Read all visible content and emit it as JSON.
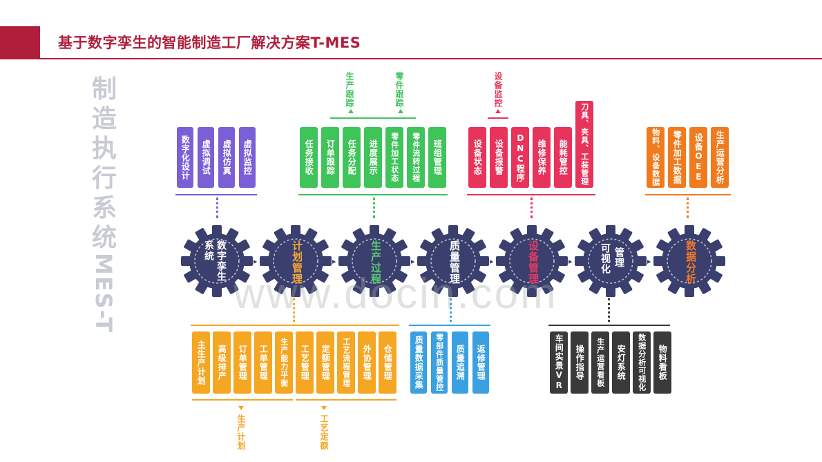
{
  "header": {
    "title": "基于数字孪生的智能制造工厂解决方案T-MES"
  },
  "side_title": [
    "制",
    "造",
    "执",
    "行",
    "系",
    "统",
    "MES-T"
  ],
  "gears": [
    {
      "label1": "数字孪生",
      "label2": "系统",
      "color": "#ffffff"
    },
    {
      "label1": "计划管理",
      "label2": "",
      "color": "#f2a83a"
    },
    {
      "label1": "生产过程",
      "label2": "",
      "color": "#57cf6e"
    },
    {
      "label1": "质量管理",
      "label2": "",
      "color": "#ffffff"
    },
    {
      "label1": "设备管理",
      "label2": "",
      "color": "#e83a62"
    },
    {
      "label1": "可视化",
      "label2": "管理",
      "color": "#ffffff"
    },
    {
      "label1": "数据分析",
      "label2": "",
      "color": "#f07a2a"
    }
  ],
  "top_groups": {
    "twin": [
      "数字化设计",
      "虚拟调试",
      "虚拟仿真",
      "虚拟监控"
    ],
    "production": [
      "任务接收",
      "订单跟踪",
      "任务分配",
      "进度展示",
      "零件加工状态",
      "零件流转过程",
      "班组管理"
    ],
    "production_tags": [
      "生产跟踪",
      "零件跟踪"
    ],
    "equipment": [
      "设备状态",
      "设备报警",
      "DNC程序",
      "维修保养",
      "能耗管控",
      "刀具、夹具、工装管理"
    ],
    "equipment_tag": "设备监控",
    "data": [
      "物料、设备数据",
      "零件加工数据",
      "设备OEE",
      "生产运营分析"
    ]
  },
  "bottom_groups": {
    "plan": [
      "主生产计划",
      "高级排产",
      "订单管理",
      "工单管理",
      "生产能力平衡",
      "工艺管理",
      "定额管理",
      "工艺流程管理",
      "外协管理",
      "仓储管理"
    ],
    "plan_tags": [
      "生产计划",
      "工艺定额"
    ],
    "quality": [
      "质量数据采集",
      "零部件质量管控",
      "质量追溯",
      "返修管理"
    ],
    "visual": [
      "车间实景VR",
      "操作指导",
      "生产运营看板",
      "安灯系统",
      "数据分析可视化",
      "物料看板"
    ]
  },
  "colors": {
    "brand": "#b01e3c",
    "purple": "#7b5fd6",
    "green": "#3fc45a",
    "red": "#e8335a",
    "orange": "#f07a1e",
    "amber": "#f5a623",
    "blue": "#3aa0e0",
    "dark": "#3a3a3a",
    "gear": "#3a3f6e"
  },
  "watermark": "www.docin.com"
}
